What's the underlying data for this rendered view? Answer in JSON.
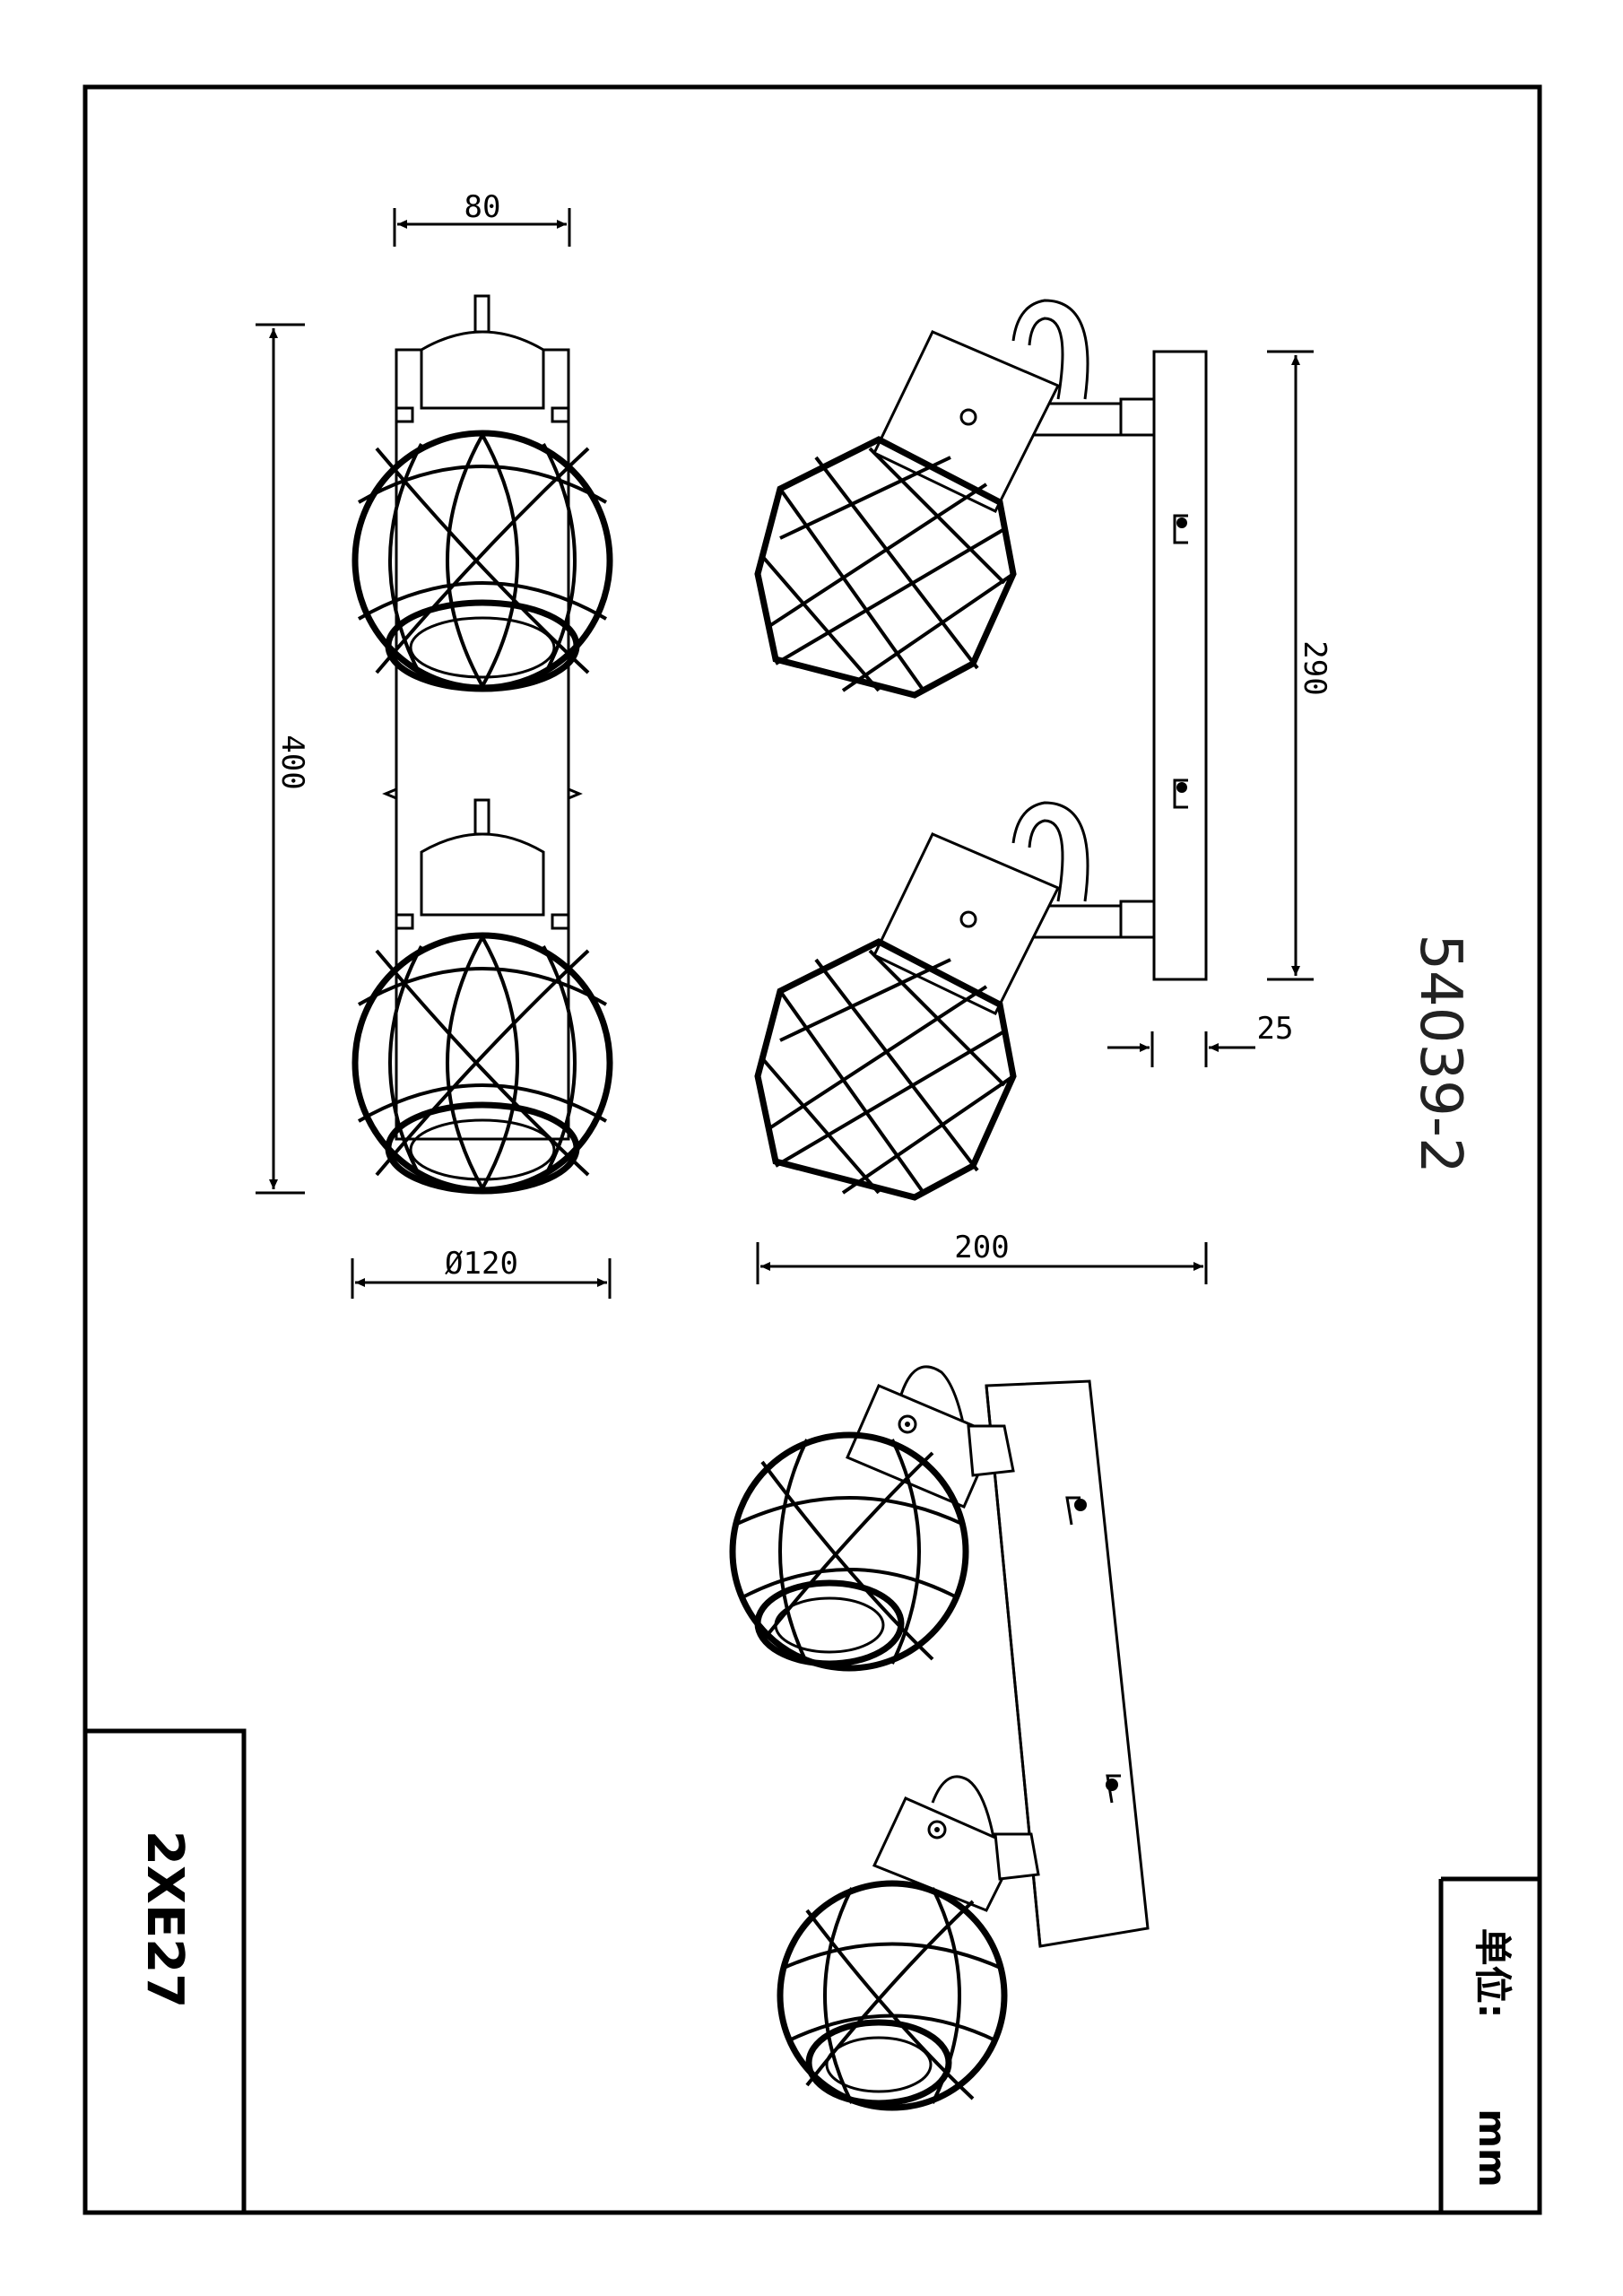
{
  "dimensions": {
    "width_top": "80",
    "length": "400",
    "diameter": "Ø120",
    "spacing": "290",
    "depth": "25",
    "height": "200"
  },
  "model_number": "54039-2",
  "bulb_spec": "2XE27",
  "unit_label": "单位:",
  "unit_value": "mm"
}
